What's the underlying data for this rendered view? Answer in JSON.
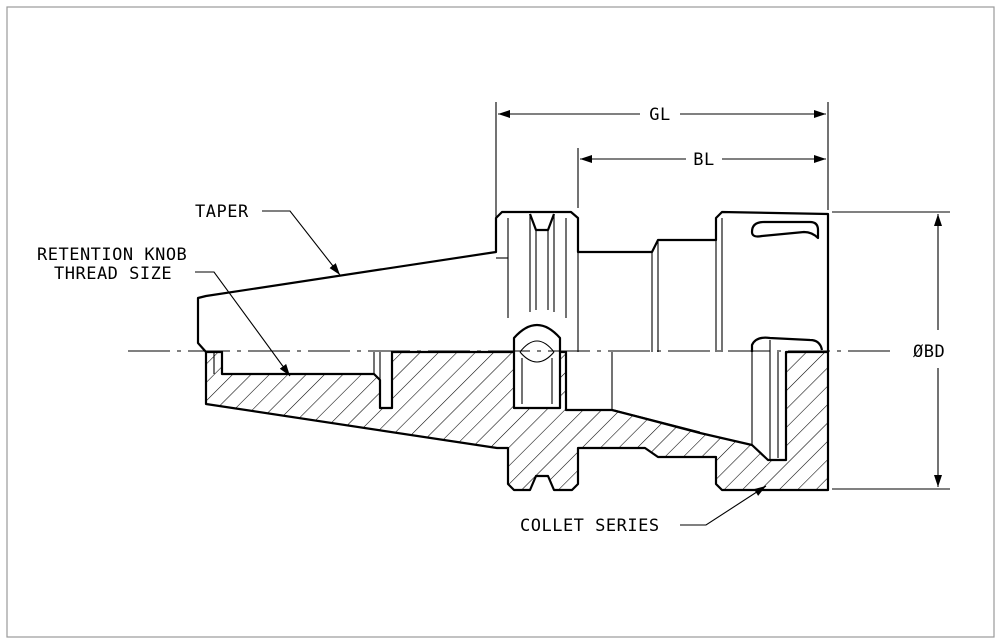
{
  "labels": {
    "taper": "TAPER",
    "retention_knob_line1": "RETENTION KNOB",
    "retention_knob_line2": "THREAD SIZE",
    "collet_series": "COLLET SERIES",
    "gauge_length": "GL",
    "body_length": "BL",
    "body_diameter": "ØBD"
  }
}
